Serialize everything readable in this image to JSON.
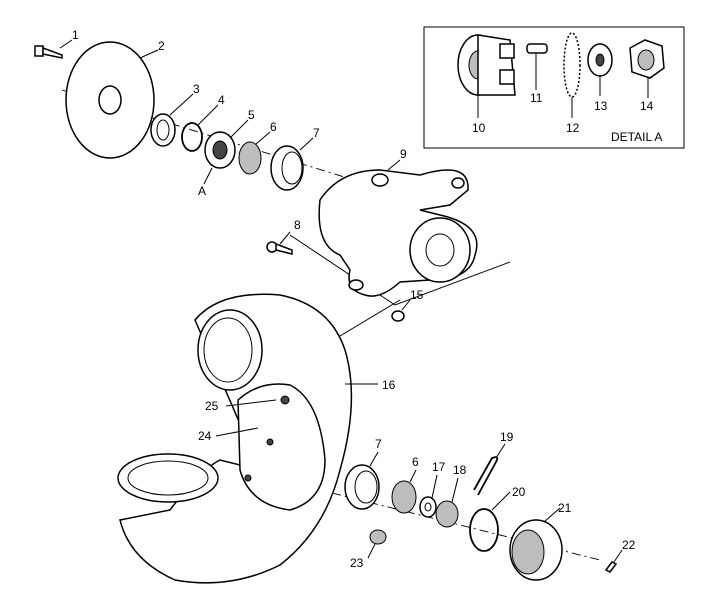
{
  "callouts": {
    "c1": "1",
    "c2": "2",
    "c3": "3",
    "c4": "4",
    "c5": "5",
    "c6a": "6",
    "c7a": "7",
    "c8": "8",
    "c9": "9",
    "c10": "10",
    "c11": "11",
    "c12": "12",
    "c13": "13",
    "c14": "14",
    "c15": "15",
    "c16": "16",
    "c17": "17",
    "c18": "18",
    "c19": "19",
    "c20": "20",
    "c21": "21",
    "c22": "22",
    "c23": "23",
    "c24": "24",
    "c25": "25",
    "c6b": "6",
    "c7b": "7",
    "cA": "A"
  },
  "detail_box": {
    "label": "DETAIL A"
  }
}
